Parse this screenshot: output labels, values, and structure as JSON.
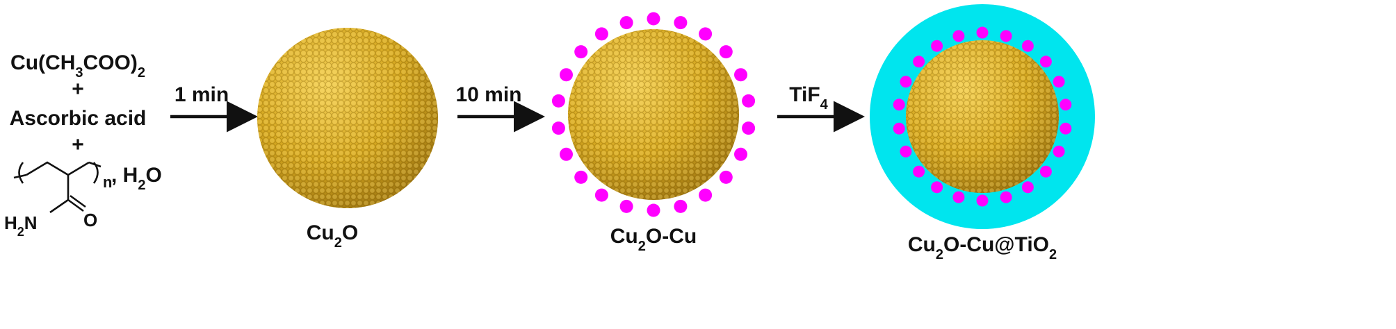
{
  "reagents": {
    "salt_main": "Cu(CH",
    "salt_sub_1": "3",
    "salt_mid": "COO)",
    "salt_sub_2": "2",
    "plus_1": "+",
    "acid": "Ascorbic acid",
    "plus_2": "+",
    "polymer_sub": "n",
    "solvent_prefix": ", H",
    "solvent_sub": "2",
    "solvent_suffix": "O",
    "amide_h": "H",
    "amide_h_sub": "2",
    "amide_n": "N",
    "carbonyl_o": "O"
  },
  "steps": [
    {
      "label": "1 min"
    },
    {
      "label": "10 min"
    },
    {
      "label_main": "TiF",
      "label_sub": "4"
    }
  ],
  "products": [
    {
      "main": "Cu",
      "sub": "2",
      "rest": "O"
    },
    {
      "main": "Cu",
      "sub": "2",
      "rest": "O-Cu"
    },
    {
      "main": "Cu",
      "sub": "2",
      "rest": "O-Cu@TiO",
      "sub2": "2"
    }
  ],
  "colors": {
    "cu2o_sphere": "#d6a820",
    "cu_particles": "#ff00ff",
    "tio2_shell": "#00e5ee",
    "arrow": "#111111"
  }
}
